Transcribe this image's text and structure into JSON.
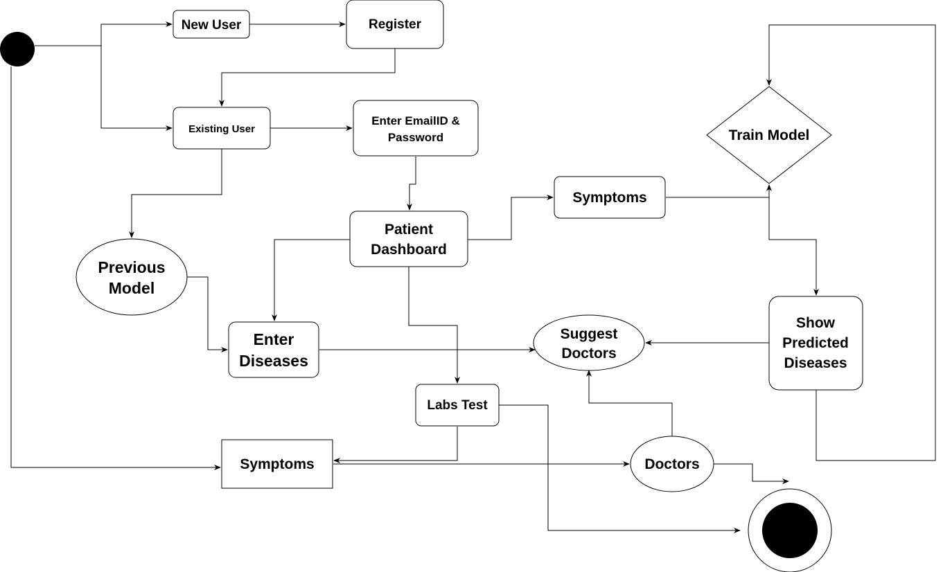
{
  "diagram": {
    "nodes": {
      "new_user": {
        "label": "New User"
      },
      "register": {
        "label": "Register"
      },
      "existing_user": {
        "label": "Existing User"
      },
      "enter_email": {
        "line1": "Enter EmailID &",
        "line2": "Password"
      },
      "train_model": {
        "label": "Train Model"
      },
      "symptoms_top": {
        "label": "Symptoms"
      },
      "patient_dashboard": {
        "line1": "Patient",
        "line2": "Dashboard"
      },
      "previous_model": {
        "line1": "Previous",
        "line2": "Model"
      },
      "enter_diseases": {
        "line1": "Enter",
        "line2": "Diseases"
      },
      "suggest_doctors": {
        "line1": "Suggest",
        "line2": "Doctors"
      },
      "show_predicted": {
        "line1": "Show",
        "line2": "Predicted",
        "line3": "Diseases"
      },
      "labs_test": {
        "label": "Labs Test"
      },
      "symptoms_bottom": {
        "label": "Symptoms"
      },
      "doctors": {
        "label": "Doctors"
      }
    },
    "colors": {
      "stroke": "#000000",
      "fill": "#ffffff",
      "text": "#000000"
    }
  }
}
